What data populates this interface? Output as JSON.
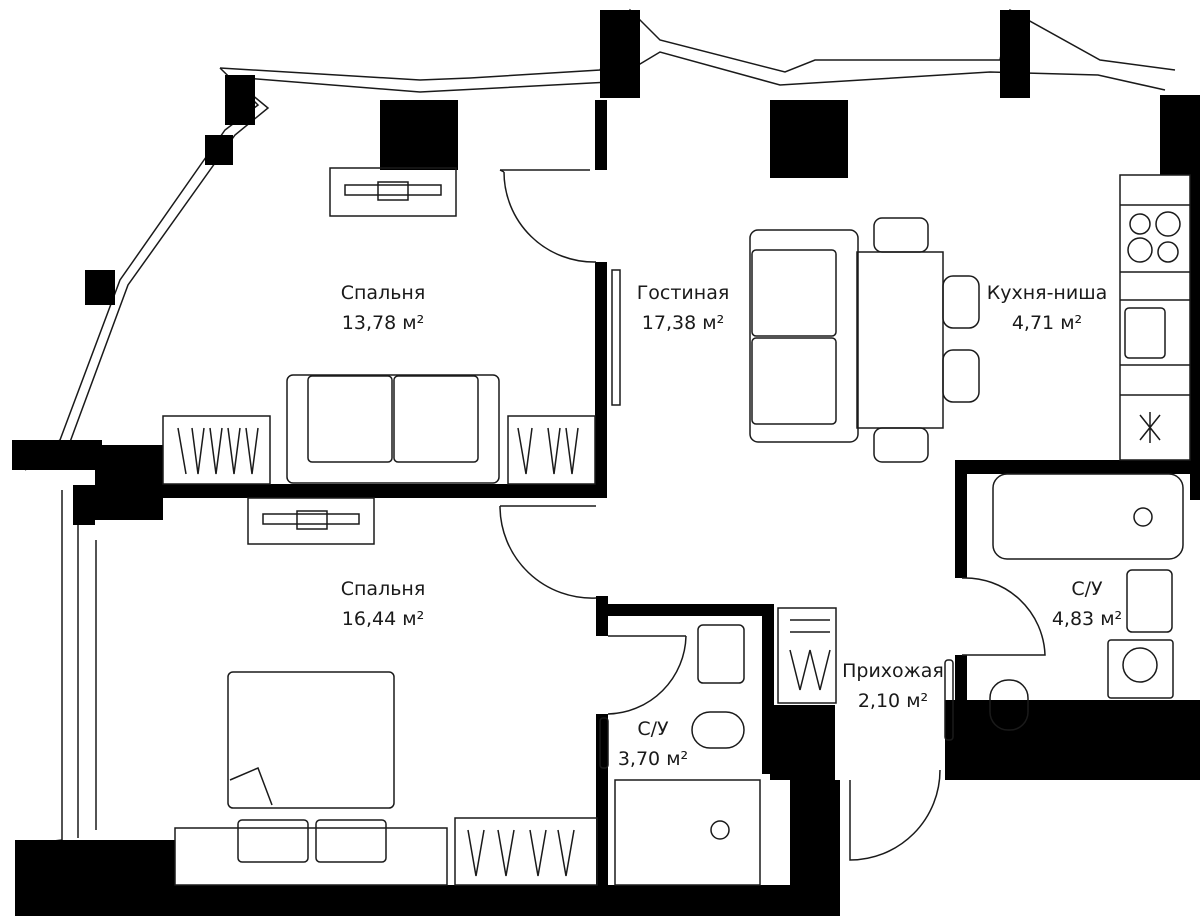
{
  "rooms": [
    {
      "id": "bedroom-1",
      "name": "Спальня",
      "area": "13,78 м²"
    },
    {
      "id": "living",
      "name": "Гостиная",
      "area": "17,38 м²"
    },
    {
      "id": "kitchen",
      "name": "Кухня-ниша",
      "area": "4,71 м²"
    },
    {
      "id": "bedroom-2",
      "name": "Спальня",
      "area": "16,44 м²"
    },
    {
      "id": "bath-1",
      "name": "С/У",
      "area": "4,83 м²"
    },
    {
      "id": "hall",
      "name": "Прихожая",
      "area": "2,10 м²"
    },
    {
      "id": "bath-2",
      "name": "С/У",
      "area": "3,70 м²"
    }
  ],
  "colors": {
    "wall": "#000000",
    "line": "#1a1a1a",
    "background": "#ffffff"
  }
}
